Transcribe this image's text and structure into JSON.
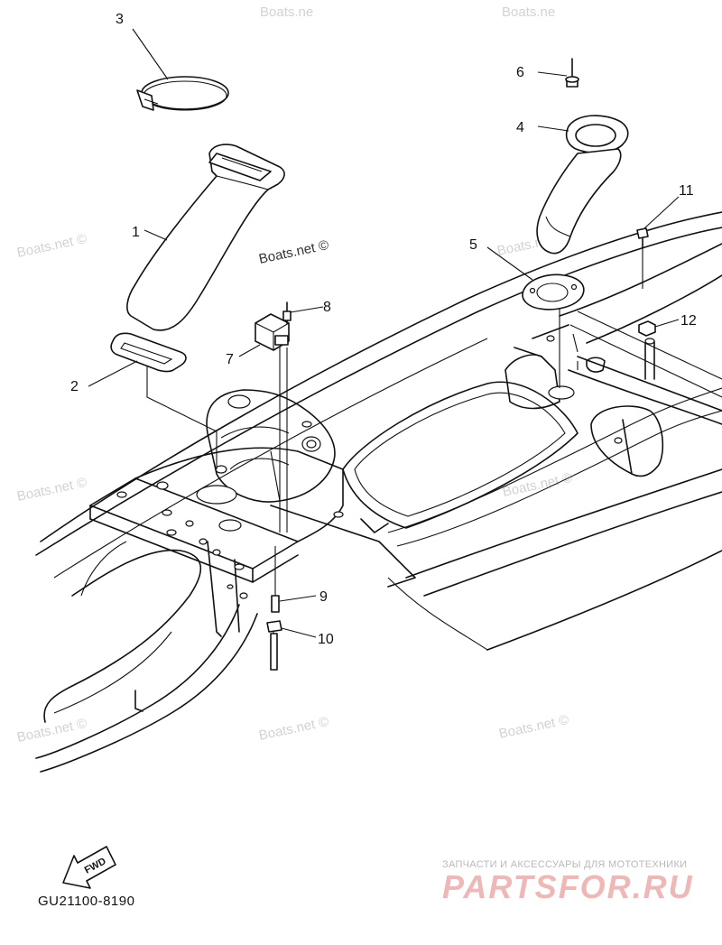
{
  "callouts": [
    {
      "id": "c1",
      "label": "1"
    },
    {
      "id": "c2",
      "label": "2"
    },
    {
      "id": "c3",
      "label": "3"
    },
    {
      "id": "c4",
      "label": "4"
    },
    {
      "id": "c5",
      "label": "5"
    },
    {
      "id": "c6",
      "label": "6"
    },
    {
      "id": "c7",
      "label": "7"
    },
    {
      "id": "c8",
      "label": "8"
    },
    {
      "id": "c9",
      "label": "9"
    },
    {
      "id": "c10",
      "label": "10"
    },
    {
      "id": "c11",
      "label": "11"
    },
    {
      "id": "c12",
      "label": "12"
    }
  ],
  "watermark": "Boats.net ©",
  "watermark_short": "Boats.ne",
  "fwd_label": "FWD",
  "diagram_code": "GU21100-8190",
  "shop": {
    "subtitle": "ЗАПЧАСТИ И АКСЕССУАРЫ ДЛЯ МОТОТЕХНИКИ",
    "logo": "PARTSFOR.RU"
  }
}
